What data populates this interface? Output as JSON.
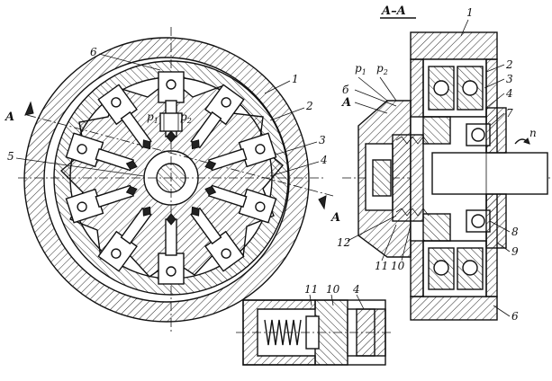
{
  "section_title": "A–A",
  "section_marks": {
    "left": "A",
    "right": "A",
    "side": "A"
  },
  "pressures": {
    "p1": "p",
    "p1_sub": "1",
    "p2": "p",
    "p2_sub": "2"
  },
  "letter_b": "б",
  "rotation": "n",
  "callouts_front": {
    "c1": "1",
    "c2": "2",
    "c3": "3",
    "c4": "4",
    "c5": "5",
    "c6": "6"
  },
  "callouts_section": {
    "c1": "1",
    "c2": "2",
    "c3": "3",
    "c4": "4",
    "c6": "6",
    "c7": "7",
    "c8": "8",
    "c9": "9",
    "c10": "10",
    "c11": "11",
    "c12": "12"
  },
  "callouts_detail": {
    "c4": "4",
    "c10": "10",
    "c11": "11"
  }
}
